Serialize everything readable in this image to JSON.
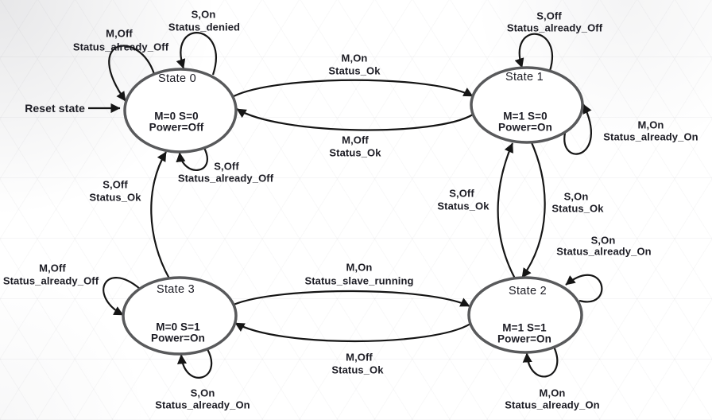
{
  "diagram": {
    "type": "finite-state-machine",
    "reset_label": "Reset state",
    "colors": {
      "edge": "#151515",
      "state_stroke": "#58595b",
      "state_fill": "#ffffff",
      "text": "#1c1c24"
    },
    "states": [
      {
        "name": "State 0",
        "line1": "M=0 S=0",
        "line2": "Power=Off"
      },
      {
        "name": "State 1",
        "line1": "M=1 S=0",
        "line2": "Power=On"
      },
      {
        "name": "State 2",
        "line1": "M=1 S=1",
        "line2": "Power=On"
      },
      {
        "name": "State 3",
        "line1": "M=0 S=1",
        "line2": "Power=On"
      }
    ],
    "transitions": [
      {
        "from": "State 0",
        "to": "State 1",
        "event": "M,On",
        "action": "Status_Ok"
      },
      {
        "from": "State 1",
        "to": "State 0",
        "event": "M,Off",
        "action": "Status_Ok"
      },
      {
        "from": "State 0",
        "to": "State 0",
        "event": "M,Off",
        "action": "Status_already_Off"
      },
      {
        "from": "State 0",
        "to": "State 0",
        "event": "S,On",
        "action": "Status_denied"
      },
      {
        "from": "State 0",
        "to": "State 0",
        "event": "S,Off",
        "action": "Status_already_Off"
      },
      {
        "from": "State 1",
        "to": "State 1",
        "event": "S,Off",
        "action": "Status_already_Off"
      },
      {
        "from": "State 1",
        "to": "State 1",
        "event": "M,On",
        "action": "Status_already_On"
      },
      {
        "from": "State 1",
        "to": "State 2",
        "event": "S,On",
        "action": "Status_Ok"
      },
      {
        "from": "State 2",
        "to": "State 1",
        "event": "S,Off",
        "action": "Status_Ok"
      },
      {
        "from": "State 2",
        "to": "State 2",
        "event": "S,On",
        "action": "Status_already_On"
      },
      {
        "from": "State 2",
        "to": "State 2",
        "event": "M,On",
        "action": "Status_already_On"
      },
      {
        "from": "State 3",
        "to": "State 2",
        "event": "M,On",
        "action": "Status_slave_running"
      },
      {
        "from": "State 2",
        "to": "State 3",
        "event": "M,Off",
        "action": "Status_Ok"
      },
      {
        "from": "State 3",
        "to": "State 0",
        "event": "S,Off",
        "action": "Status_Ok"
      },
      {
        "from": "State 3",
        "to": "State 3",
        "event": "M,Off",
        "action": "Status_already_Off"
      },
      {
        "from": "State 3",
        "to": "State 3",
        "event": "S,On",
        "action": "Status_already_On"
      }
    ]
  }
}
